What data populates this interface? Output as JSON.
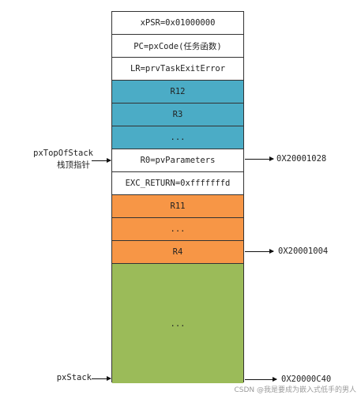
{
  "colors": {
    "white": "#ffffff",
    "blue": "#4bacc6",
    "orange": "#f79646",
    "green": "#9bbb59",
    "border": "#333333"
  },
  "stack_cells": [
    {
      "id": "xpsr",
      "label": "xPSR=0x01000000",
      "color": "white"
    },
    {
      "id": "pc",
      "label": "PC=pxCode(任务函数)",
      "color": "white"
    },
    {
      "id": "lr",
      "label": "LR=prvTaskExitError",
      "color": "white"
    },
    {
      "id": "r12",
      "label": "R12",
      "color": "blue"
    },
    {
      "id": "r3",
      "label": "R3",
      "color": "blue"
    },
    {
      "id": "blue-ellipsis",
      "label": "...",
      "color": "blue"
    },
    {
      "id": "r0",
      "label": "R0=pvParameters",
      "color": "white"
    },
    {
      "id": "exc-return",
      "label": "EXC_RETURN=0xfffffffd",
      "color": "white"
    },
    {
      "id": "r11",
      "label": "R11",
      "color": "orange"
    },
    {
      "id": "orange-ellipsis",
      "label": "...",
      "color": "orange"
    },
    {
      "id": "r4",
      "label": "R4",
      "color": "orange"
    },
    {
      "id": "green-ellipsis",
      "label": "...",
      "color": "green"
    }
  ],
  "left_labels": {
    "px_top_of_stack": "pxTopOfStack",
    "px_top_of_stack_cn": "栈顶指针",
    "px_stack": "pxStack"
  },
  "right_labels": {
    "addr_r0": "0X20001028",
    "addr_r4": "0X20001004",
    "addr_bottom": "0X20000C40"
  },
  "watermark": "CSDN @我是要成为嵌入式低手的男人"
}
